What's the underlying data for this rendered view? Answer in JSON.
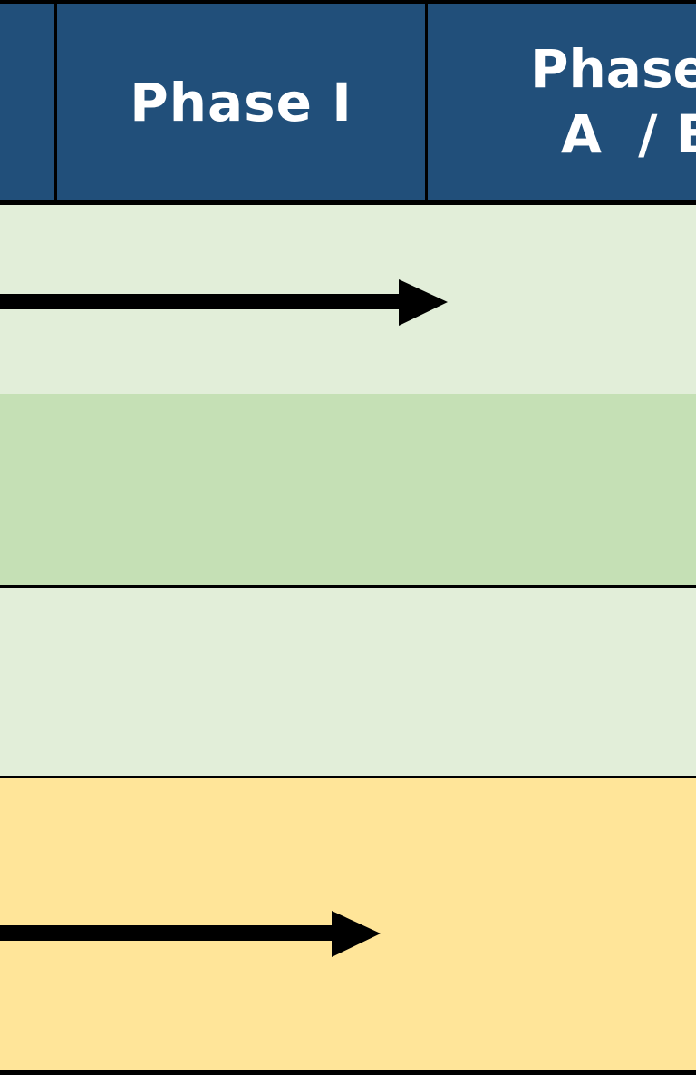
{
  "colors": {
    "header_bg": "#214f7a",
    "divider": "#ffffff",
    "border": "#000000",
    "row_light_green": "#e2eed9",
    "row_green": "#c5e0b5",
    "row_yellow": "#ffe599",
    "arrow": "#000000"
  },
  "header": {
    "columns": [
      {
        "label": ""
      },
      {
        "label": "Phase I"
      },
      {
        "label_line1": "Phase",
        "label_line2": "A  / B"
      }
    ]
  },
  "rows": [
    {
      "name": "row-1",
      "color": "row_light_green",
      "has_arrow": true
    },
    {
      "name": "row-2",
      "color": "row_green",
      "has_arrow": false
    },
    {
      "name": "row-3",
      "color": "row_light_green",
      "has_arrow": false
    },
    {
      "name": "row-4",
      "color": "row_yellow",
      "has_arrow": true
    }
  ]
}
